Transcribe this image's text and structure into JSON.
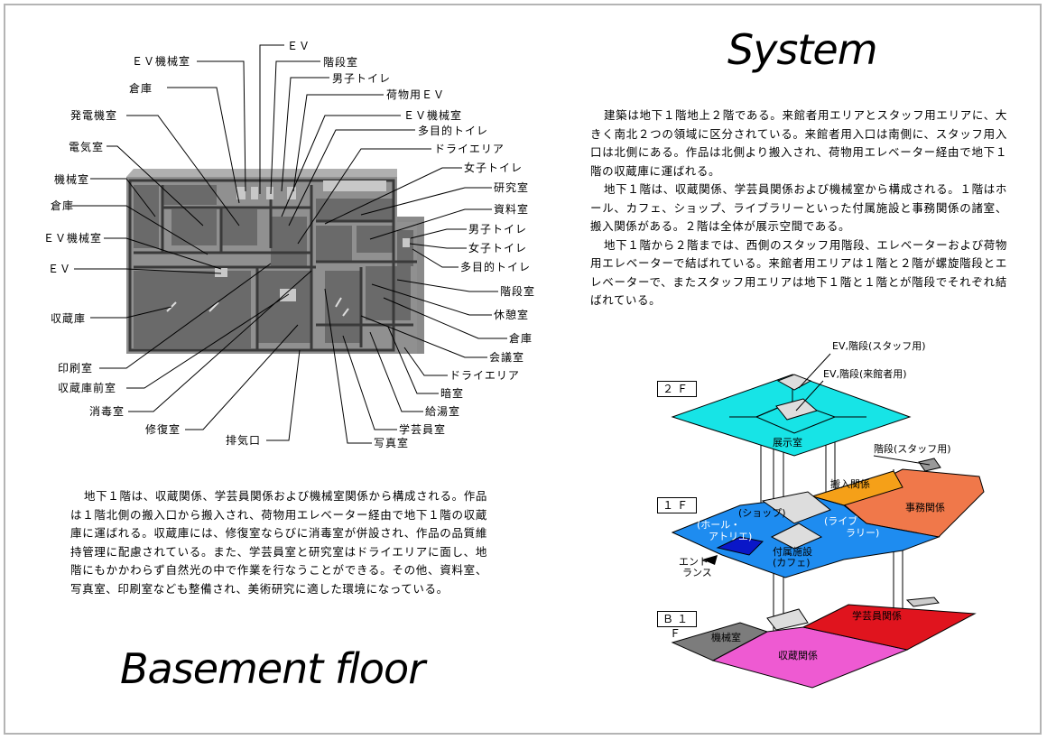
{
  "page": {
    "system_title": "System",
    "basement_title": "Basement floor"
  },
  "system": {
    "paragraphs": [
      "建築は地下１階地上２階である。来館者用エリアとスタッフ用エリアに、大きく南北２つの領域に区分されている。来館者用入口は南側に、スタッフ用入口は北側にある。作品は北側より搬入され、荷物用エレベーター経由で地下１階の収蔵庫に運ばれる。",
      "地下１階は、収蔵関係、学芸員関係および機械室から構成される。１階はホール、カフェ、ショップ、ライブラリーといった付属施設と事務関係の諸室、搬入関係がある。２階は全体が展示空間である。",
      "地下１階から２階までは、西側のスタッフ用階段、エレベーターおよび荷物用エレベーターで結ばれている。来館者用エリアは１階と２階が螺旋階段とエレベーターで、またスタッフ用エリアは地下１階と１階とが階段でそれぞれ結ばれている。"
    ]
  },
  "basement": {
    "paragraph": "地下１階は、収蔵関係、学芸員関係および機械室関係から構成される。作品は１階北側の搬入口から搬入され、荷物用エレベーター経由で地下１階の収蔵庫に運ばれる。収蔵庫には、修復室ならびに消毒室が併設され、作品の品質維持管理に配慮されている。また、学芸員室と研究室はドライエリアに面し、地階にもかかわらず自然光の中で作業を行なうことができる。その他、資料室、写真室、印刷室なども整備され、美術研究に適した環境になっている。"
  },
  "plan_labels": {
    "top": [
      "ＥＶ",
      "ＥＶ機械室",
      "階段室",
      "倉庫",
      "男子トイレ",
      "荷物用ＥＶ",
      "発電機室",
      "ＥＶ機械室",
      "多目的トイレ",
      "電気室",
      "ドライエリア"
    ],
    "left": [
      "機械室",
      "倉庫",
      "ＥＶ機械室",
      "ＥＶ",
      "収蔵庫",
      "印刷室",
      "収蔵庫前室",
      "消毒室",
      "修復室",
      "排気口"
    ],
    "right": [
      "女子トイレ",
      "研究室",
      "資料室",
      "男子トイレ",
      "女子トイレ",
      "多目的トイレ",
      "階段室",
      "休憩室",
      "倉庫",
      "会議室",
      "ドライエリア",
      "暗室",
      "給湯室",
      "学芸員室",
      "写真室"
    ]
  },
  "diagram": {
    "floors": [
      "２Ｆ",
      "１Ｆ",
      "Ｂ１Ｆ"
    ],
    "labels": {
      "ev_staff": "EV,階段(スタッフ用)",
      "ev_visitor": "EV,階段(来館者用)",
      "exhibition": "展示室",
      "stairs_staff": "階段(スタッフ用)",
      "loading": "搬入関係",
      "office": "事務関係",
      "shop": "(ショップ)",
      "hall": "(ホール・",
      "atelier": "アトリエ)",
      "library1": "(ライブ",
      "library2": "ラリー)",
      "facility1": "付属施設",
      "facility2": "(カフェ)",
      "entrance1": "エント",
      "entrance2": "ランス",
      "machine": "機械室",
      "storage": "収蔵関係",
      "curator": "学芸員関係"
    },
    "colors": {
      "f2": "#17e4e6",
      "f1_blue": "#1e8cf0",
      "dark_blue": "#0a17c8",
      "orange": "#f5a018",
      "coral": "#f0784a",
      "magenta": "#ee5ad2",
      "red": "#e0141e",
      "gray": "#7c7c7c"
    }
  }
}
